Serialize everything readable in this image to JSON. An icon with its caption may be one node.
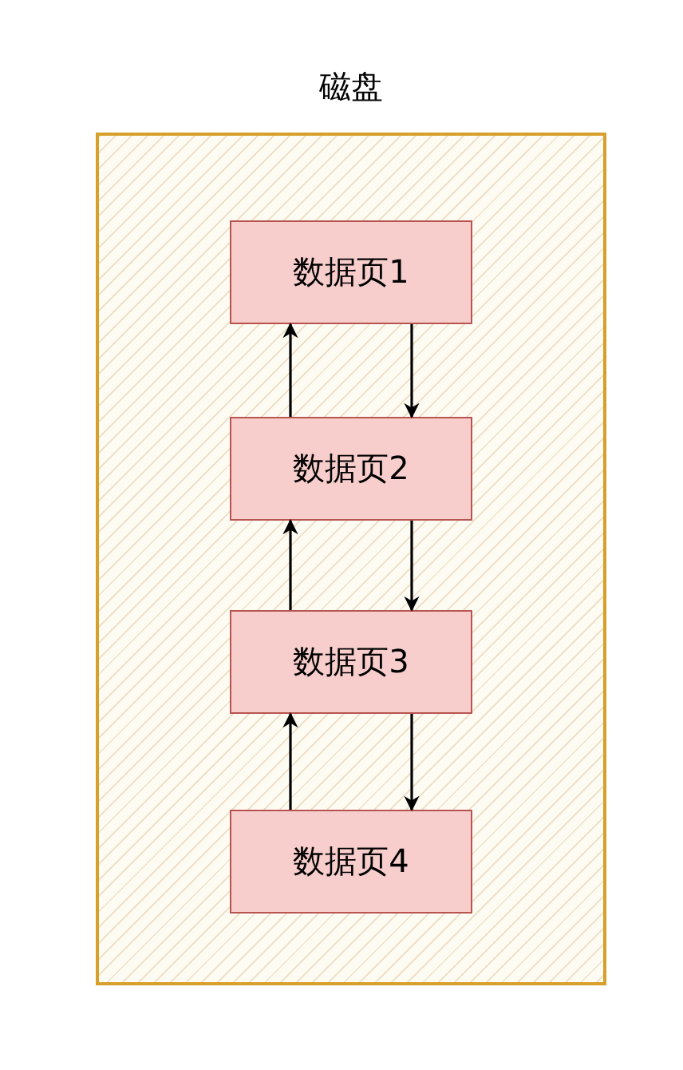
{
  "diagram": {
    "nodes": [
      {
        "text": [
          "磁盘"
        ]
      },
      {
        "text": [
          "数据页1"
        ],
        "in": 0
      },
      {
        "text": [
          "数据页2"
        ],
        "in": 0
      },
      {
        "text": [
          "数据页3"
        ],
        "in": 0
      },
      {
        "text": [
          "数据页4"
        ],
        "in": 0
      }
    ],
    "edges": [
      {
        "from": 1,
        "to": 2,
        "arrow": "to"
      },
      {
        "from": 2,
        "to": 1,
        "arrow": "to"
      },
      {
        "from": 2,
        "to": 3,
        "arrow": "to"
      },
      {
        "from": 3,
        "to": 2,
        "arrow": "to"
      },
      {
        "from": 3,
        "to": 4,
        "arrow": "to"
      },
      {
        "from": 4,
        "to": 3,
        "arrow": "to"
      }
    ]
  }
}
